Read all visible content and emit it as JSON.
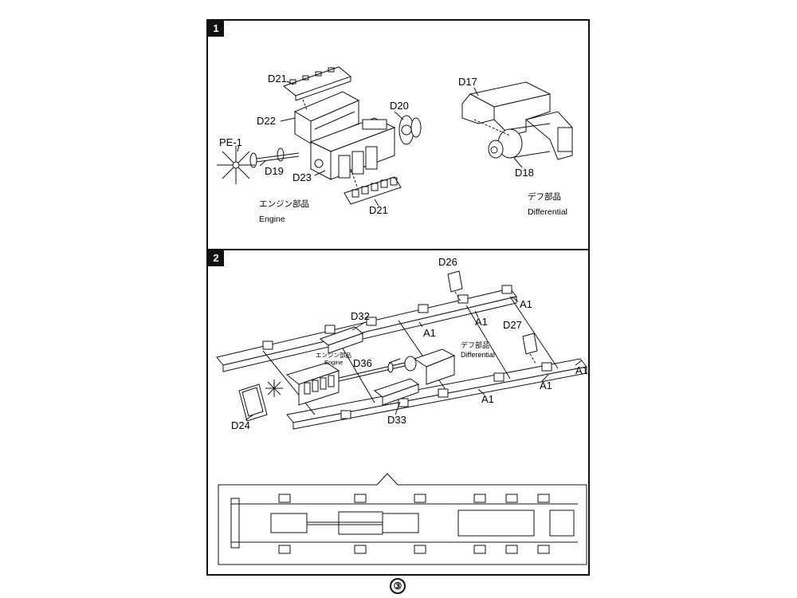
{
  "page_number": "③",
  "step1": {
    "number": "1",
    "engine_caption_jp": "エンジン部品",
    "engine_caption_en": "Engine",
    "diff_caption_jp": "デフ部品",
    "diff_caption_en": "Differential",
    "labels": {
      "d21_top": "D21",
      "d22": "D22",
      "d20": "D20",
      "pe1": "PE-1",
      "d19": "D19",
      "d23": "D23",
      "d21_bottom": "D21",
      "d17": "D17",
      "d18": "D18"
    }
  },
  "step2": {
    "number": "2",
    "engine_caption_jp": "エンジン部品",
    "engine_caption_en": "Engine",
    "diff_caption_jp": "デフ部品",
    "diff_caption_en": "Differential",
    "labels": {
      "d26": "D26",
      "a1_1": "A1",
      "d32": "D32",
      "a1_2": "A1",
      "a1_3": "A1",
      "d27": "D27",
      "d36": "D36",
      "a1_4": "A1",
      "a1_5": "A1",
      "a1_6": "A1",
      "d24": "D24",
      "d33": "D33"
    }
  }
}
